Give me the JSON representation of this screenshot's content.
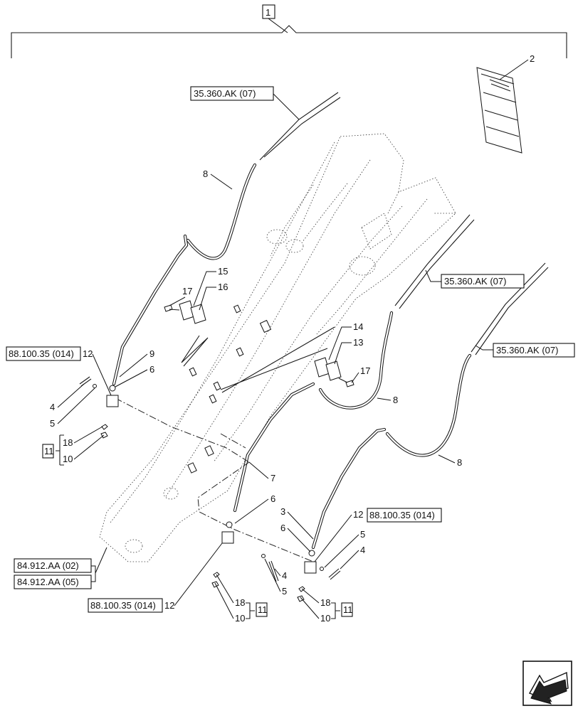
{
  "labels": {
    "assembly": "1",
    "manual": "2",
    "ref_hose_top": "35.360.AK (07)",
    "ref_hose_mid": "35.360.AK (07)",
    "ref_hose_right": "35.360.AK (07)",
    "ref_84_1": "84.912.AA (02)",
    "ref_84_2": "84.912.AA (05)",
    "ref_88_left": "88.100.35 (014)",
    "ref_88_bottom": "88.100.35 (014)",
    "ref_88_right": "88.100.35 (014)",
    "kit_left": "11",
    "kit_bl": "11",
    "kit_br": "11",
    "n8a": "8",
    "n8b": "8",
    "n8c": "8",
    "n15": "15",
    "n16": "16",
    "n17a": "17",
    "n17b": "17",
    "n14": "14",
    "n13": "13",
    "n12a": "12",
    "n12b": "12",
    "n12c": "12",
    "n9": "9",
    "n6a": "6",
    "n6b": "6",
    "n6c": "6",
    "n4a": "4",
    "n4b": "4",
    "n4c": "4",
    "n5a": "5",
    "n5b": "5",
    "n5c": "5",
    "n18a": "18",
    "n18b": "18",
    "n18c": "18",
    "n10a": "10",
    "n10b": "10",
    "n10c": "10",
    "n7": "7",
    "n3": "3"
  },
  "icons": {
    "nav": "next-page-arrow-icon"
  }
}
